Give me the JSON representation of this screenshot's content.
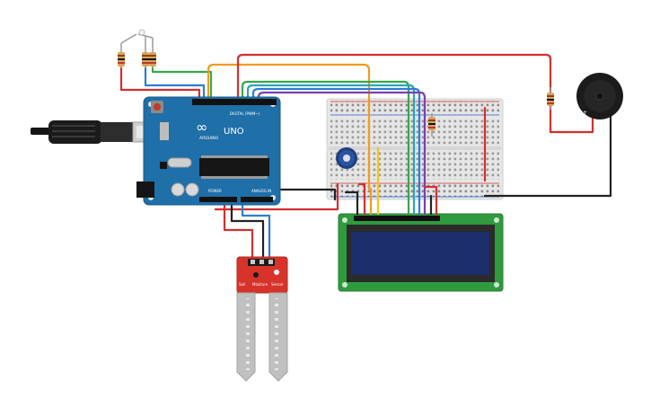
{
  "arduino": {
    "brand_text": "ARDUINO",
    "model_text": "UNO",
    "digital_header_label": "DIGITAL (PWM~)",
    "power_header_label": "POWER",
    "analog_header_label": "ANALOG IN",
    "board_color": "#1f6fa8",
    "logo_symbol": "∞"
  },
  "sensor": {
    "label_left": "Soil",
    "label_middle": "Moisture",
    "label_right": "Sensor",
    "board_color": "#d8332a"
  },
  "lcd": {
    "screen_color": "#1c2e6b",
    "board_color": "#2f9a3e"
  },
  "usb_cable": {
    "icon": "usb-plug-icon"
  },
  "wire_colors": {
    "red": "#d32f2f",
    "black": "#222222",
    "orange": "#f29b1d",
    "yellow": "#f5c518",
    "green": "#3aa64a",
    "blue": "#2a7fd4",
    "purple": "#7b3fb5",
    "teal": "#2aa6b5"
  }
}
